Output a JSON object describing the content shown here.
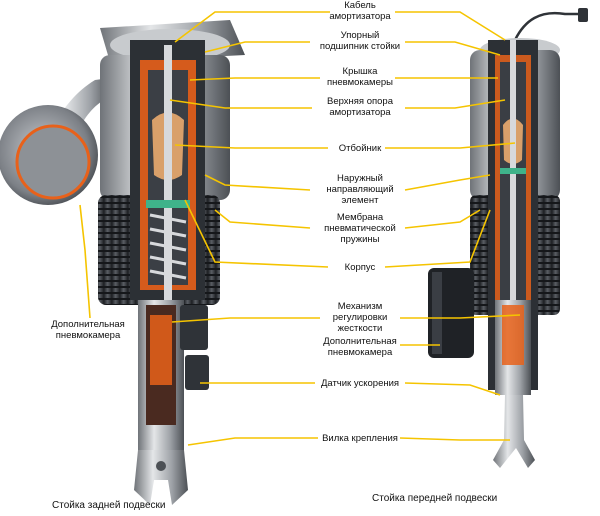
{
  "labels": {
    "cable": "Кабель\nамортизатора",
    "bearing": "Упорный\nподшипник стойки",
    "cover": "Крышка\nпневмокамеры",
    "upper_mount": "Верхняя опора\nамортизатора",
    "bump_stop": "Отбойник",
    "outer_guide": "Наружный\nнаправляющий\nэлемент",
    "membrane": "Мембрана\nпневматической\nпружины",
    "body": "Корпус",
    "damping_mech": "Механизм\nрегулировки\nжесткости",
    "extra_chamber_right": "Дополнительная\nпневмокамера",
    "accel_sensor": "Датчик ускорения",
    "fork": "Вилка крепления",
    "extra_chamber_left": "Дополнительная\nпневмокамера"
  },
  "captions": {
    "rear": "Стойка задней подвески",
    "front": "Стойка передней подвески"
  },
  "colors": {
    "leader": "#f5c400",
    "orange": "#e8611a",
    "metal": "#b9bcc0",
    "dark": "#2f3338",
    "boot": "#3a3d42",
    "tan": "#d9a06a",
    "green": "#3fb38a"
  }
}
